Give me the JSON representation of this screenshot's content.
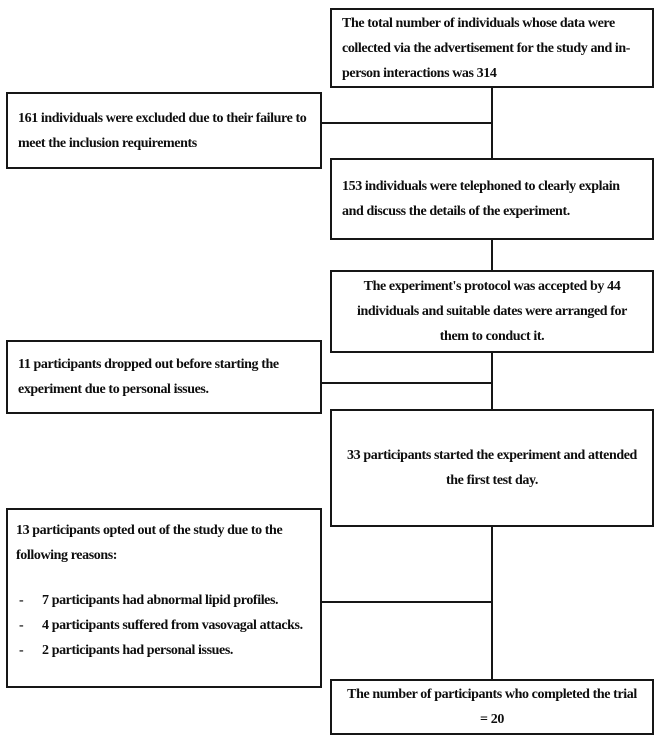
{
  "colors": {
    "background": "#ffffff",
    "border": "#161616",
    "text": "#0e0e0e"
  },
  "main_flow": [
    {
      "text": "The total number of individuals whose data were collected via the advertisement for the study and in-person interactions was 314"
    },
    {
      "text": "153 individuals were telephoned to clearly explain and discuss the details of the experiment."
    },
    {
      "text": "The experiment's protocol was accepted by 44 individuals and suitable dates were arranged for them to conduct it."
    },
    {
      "text": "33 participants started the experiment and attended the first test day."
    },
    {
      "text": "The number of participants who completed the trial = 20"
    }
  ],
  "exclusions": [
    {
      "text": "161 individuals were excluded due to their failure to meet the inclusion requirements"
    },
    {
      "text": "11 participants dropped out before starting the experiment due to personal issues."
    },
    {
      "intro": "13 participants opted out of the study due to the following reasons:",
      "bullet_marker": "-",
      "bullets": [
        "7 participants had abnormal lipid profiles.",
        "4 participants suffered from vasovagal attacks.",
        "2 participants had personal issues."
      ]
    }
  ]
}
